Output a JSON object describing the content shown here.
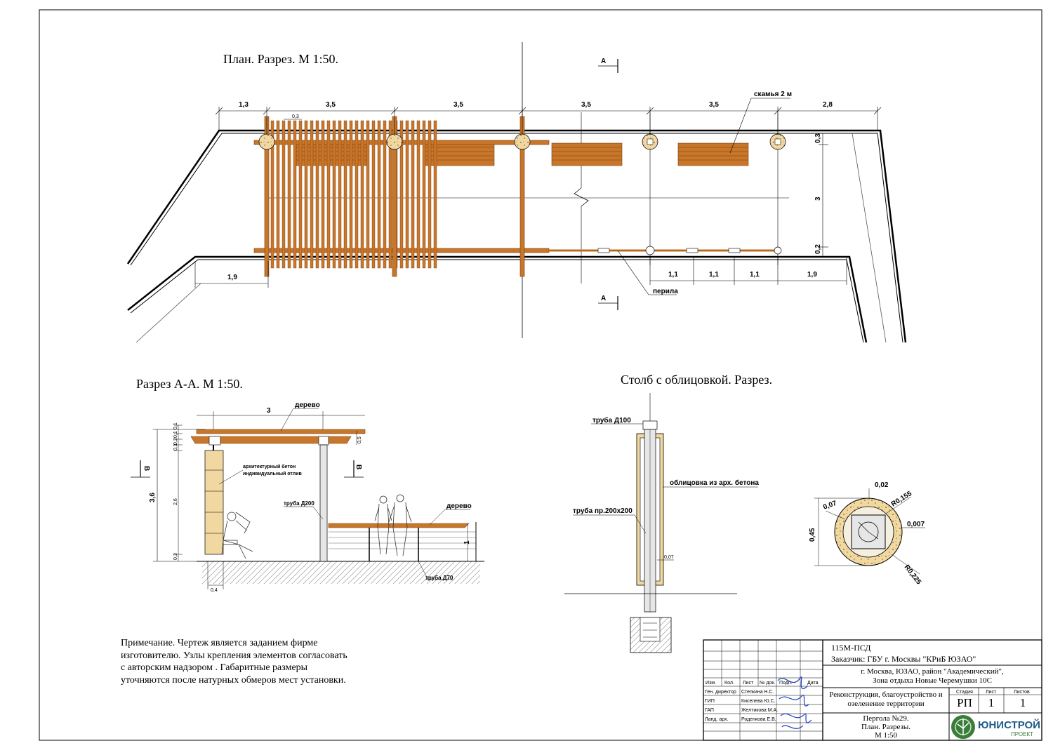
{
  "titles": {
    "plan": "План. Разрез. М 1:50.",
    "section_aa": "Разрез А-А. М 1:50.",
    "post": "Столб с облицовкой. Разрез."
  },
  "plan": {
    "top_dims": [
      "1,3",
      "3,5",
      "3,5",
      "3,5",
      "3,5",
      "2,8"
    ],
    "small_dim": "0,3",
    "right_dims": [
      "0,3",
      "3",
      "0,2"
    ],
    "bottom_dims": [
      "1,9",
      "1,1",
      "1,1",
      "1,1",
      "1,9"
    ],
    "section_mark": "А",
    "label_bench": "скамья 2 м",
    "label_railing": "перила"
  },
  "section": {
    "width_dim": "3",
    "height_dim": "3,6",
    "mark": "В",
    "label_wood_top": "дерево",
    "label_concrete": "архитектурный бетон\nиндивидуальный отлив",
    "label_pipe200": "труба Д200",
    "label_wood_bench": "дерево",
    "label_pipe70": "труба Д70",
    "rail_height": "1",
    "base_dim": "0,4",
    "side_dim": "0,5",
    "tiny_dims": [
      "0,1",
      "0,1",
      "0,2",
      "0,1",
      "2,6",
      "0,3"
    ]
  },
  "post": {
    "label_pipe100": "труба Д100",
    "label_cladding": "облицовка из арх. бетона",
    "label_pipe_sq": "труба пр.200х200",
    "small_dim": "0,07",
    "circle_dims": {
      "top": "0,02",
      "r1": "R0,155",
      "left": "0,07",
      "right": "0,007",
      "height": "0,45",
      "r2": "R0,225"
    }
  },
  "note": "Примечание. Чертеж является заданием фирме изготовителю. Узлы крепления элементов согласовать с авторским надзором . Габаритные размеры уточняются после натурных обмеров мест установки.",
  "title_block": {
    "code": "115М-ПСД",
    "customer": "Заказчик: ГБУ г. Москвы \"КРиБ ЮЗАО\"",
    "address": "г. Москва, ЮЗАО, район \"Академический\",\nЗона отдыха Новые Черемушки 10С",
    "project": "Реконструкция, благоустройство и\nозеленение территории",
    "sheet_title": "Пергола №29.\nПлан. Разрезы.\nМ 1:50",
    "headers": [
      "Изм.",
      "Кол.",
      "Лист",
      "№ док.",
      "Подп.",
      "Дата"
    ],
    "roles": [
      {
        "role": "Ген. директор",
        "name": "Степкина Н.С."
      },
      {
        "role": "ГИП",
        "name": "Киселева Ю.С."
      },
      {
        "role": "ГАП",
        "name": "Желтикова М.А."
      },
      {
        "role": "Ланд. арх.",
        "name": "Роденкова Е.В."
      }
    ],
    "stage_headers": [
      "Стадия",
      "Лист",
      "Листов"
    ],
    "stage_values": [
      "РП",
      "1",
      "1"
    ],
    "logo_text": "ЮНИСТРОЙ",
    "logo_sub": "ПРОЕКТ",
    "colors": {
      "logo_green": "#3a7d3a",
      "logo_blue": "#1d5a8a"
    }
  },
  "colors": {
    "wood": "#c8762a",
    "wood_dark": "#7a3f10",
    "concrete": "#f1d7a0"
  }
}
